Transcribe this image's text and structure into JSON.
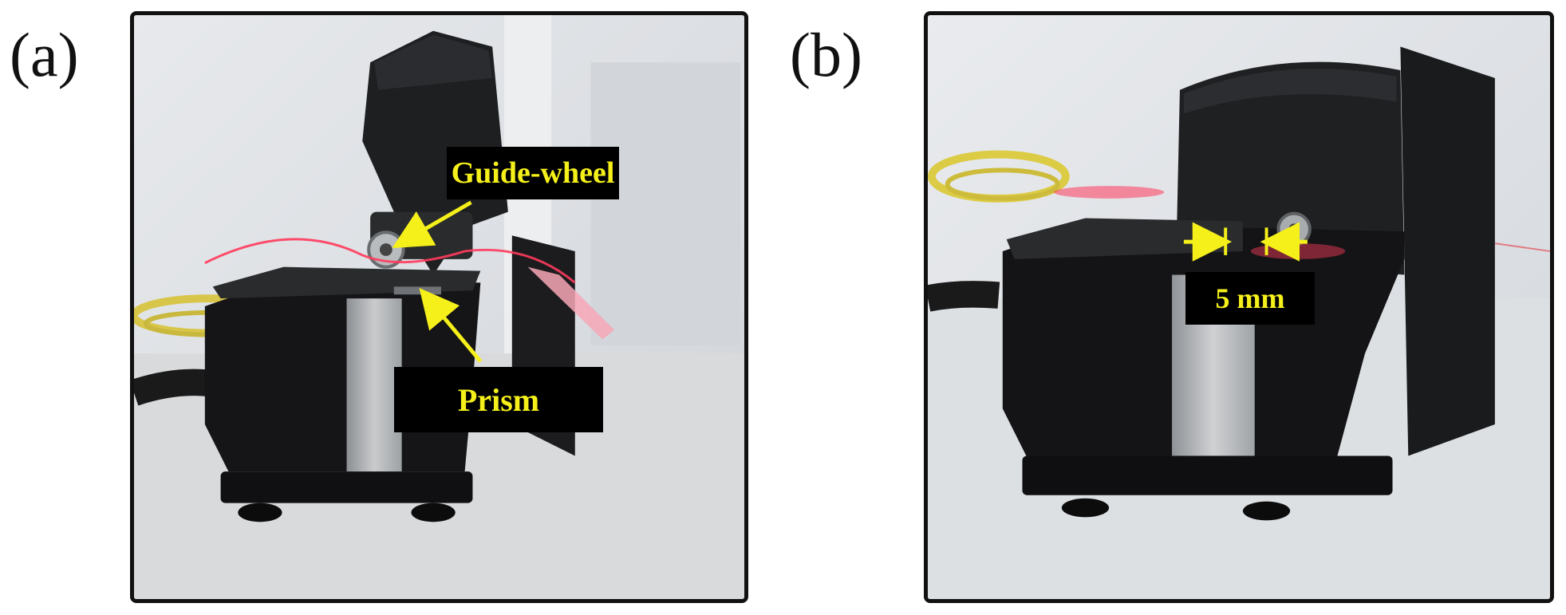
{
  "figure": {
    "panels": [
      {
        "label": "(a)",
        "annotations": {
          "guide_wheel": "Guide-wheel",
          "prism": "Prism"
        }
      },
      {
        "label": "(b)",
        "annotations": {
          "dimension": "5 mm"
        }
      }
    ],
    "colors": {
      "annotation_text": "#f5f01a",
      "annotation_bg": "#000000",
      "arrow": "#f5f01a",
      "frame": "#111111",
      "laser": "#ff3b5c"
    }
  }
}
